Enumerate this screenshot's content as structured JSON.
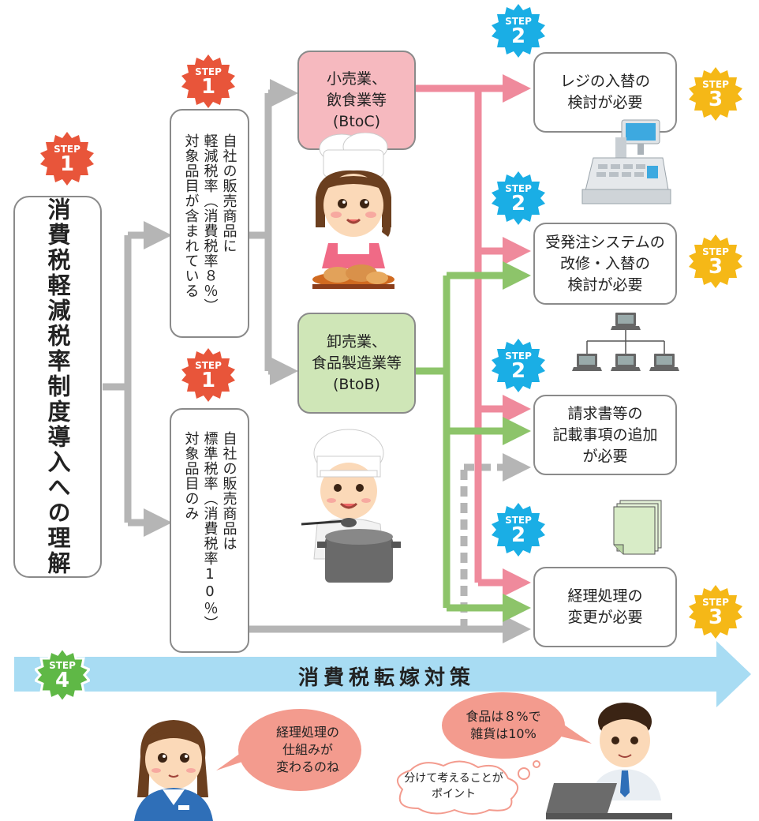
{
  "main_title": "消費税軽減税率制度導入への理解",
  "step_word": "STEP",
  "steps": {
    "s1": "1",
    "s2": "2",
    "s3": "3",
    "s4": "4"
  },
  "branch_reduced": "自社の販売商品に\n軽減税率（消費税率８％）\n対象品目が含まれている",
  "branch_standard": "自社の販売商品は\n標準税率（消費税率10％）\n対象品目のみ",
  "retail": "小売業、\n飲食業等\n(BtoC)",
  "wholesale": "卸売業、\n食品製造業等\n(BtoB)",
  "outcome_register": "レジの入替の\n検討が必要",
  "outcome_order_system": "受発注システムの\n改修・入替の\n検討が必要",
  "outcome_invoice": "請求書等の\n記載事項の追加\nが必要",
  "outcome_accounting": "経理処理の\n変更が必要",
  "banner": "消費税転嫁対策",
  "bubble_woman": "経理処理の\n仕組みが\n変わるのね",
  "bubble_man": "食品は８%で\n雑貨は10%",
  "thought_man": "分けて考えることが\nポイント",
  "colors": {
    "step1": "#e8553a",
    "step2": "#1aaee5",
    "step3": "#f5b817",
    "step4": "#5fb846",
    "pink": "#ef8a9c",
    "green": "#8dc46a",
    "gray": "#b5b5b5",
    "banner": "#a8dcf3",
    "retail_fill": "#f6b9bf",
    "wholesale_fill": "#cfe6b7",
    "bubble": "#f39b8e"
  }
}
